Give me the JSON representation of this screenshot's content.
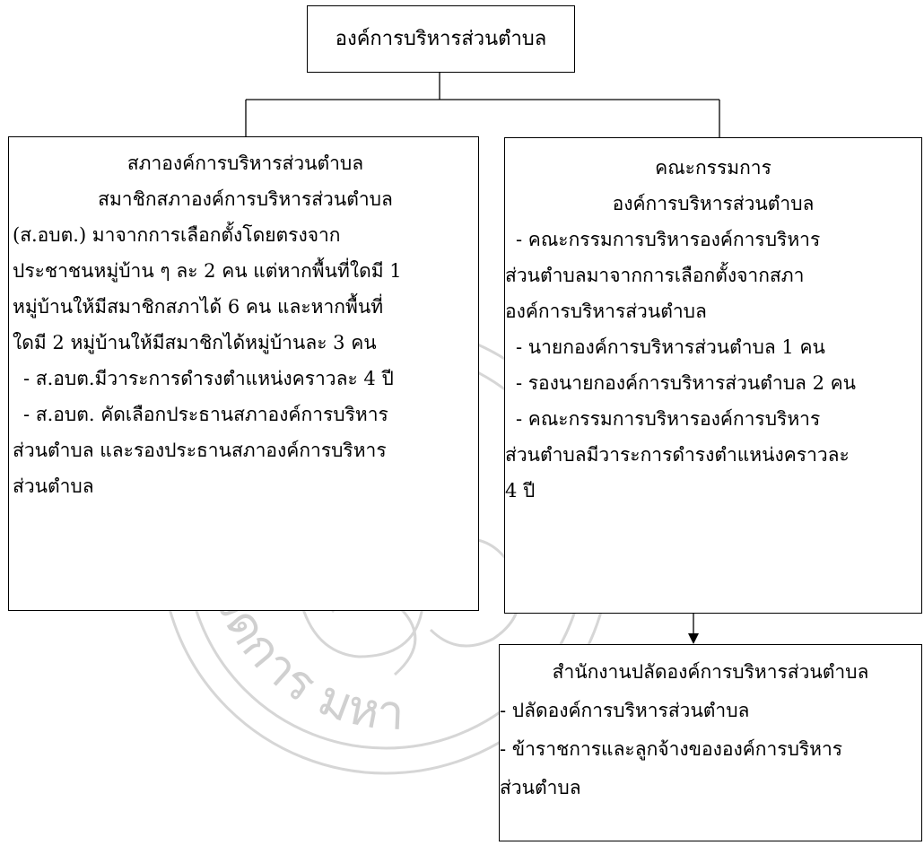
{
  "diagram": {
    "top_node": {
      "label": "องค์การบริหารส่วนตำบล"
    },
    "council": {
      "lines": [
        "สภาองค์การบริหารส่วนตำบล",
        "สมาชิกสภาองค์การบริหารส่วนตำบล",
        "(ส.อบต.) มาจากการเลือกตั้งโดยตรงจาก",
        "ประชาชนหมู่บ้าน ๆ ละ 2 คน แต่หากพื้นที่ใดมี 1",
        "หมู่บ้านให้มีสมาชิกสภาได้ 6 คน และหากพื้นที่",
        "ใดมี 2 หมู่บ้านให้มีสมาชิกได้หมู่บ้านละ 3 คน",
        "- ส.อบต.มีวาระการดำรงตำแหน่งคราวละ 4 ปี",
        "- ส.อบต. คัดเลือกประธานสภาองค์การบริหาร",
        "ส่วนตำบล และรองประธานสภาองค์การบริหาร",
        "ส่วนตำบล"
      ]
    },
    "committee": {
      "lines": [
        "คณะกรรมการ",
        "องค์การบริหารส่วนตำบล",
        "- คณะกรรมการบริหารองค์การบริหาร",
        "ส่วนตำบลมาจากการเลือกตั้งจากสภา",
        "องค์การบริหารส่วนตำบล",
        "- นายกองค์การบริหารส่วนตำบล 1 คน",
        "- รองนายกองค์การบริหารส่วนตำบล 2 คน",
        "- คณะกรรมการบริหารองค์การบริหาร",
        "ส่วนตำบลมีวาระการดำรงตำแหน่งคราวละ",
        "4 ปี"
      ]
    },
    "office": {
      "lines": [
        "สำนักงานปลัดองค์การบริหารส่วนตำบล",
        "- ปลัดองค์การบริหารส่วนตำบล",
        "- ข้าราชการและลูกจ้างขององค์การบริหาร",
        "ส่วนตำบล"
      ]
    }
  },
  "watermark": {
    "arc_text": "การจัดการ มหา",
    "color": "#cfcfcf"
  },
  "colors": {
    "line": "#000000",
    "background": "#ffffff"
  }
}
